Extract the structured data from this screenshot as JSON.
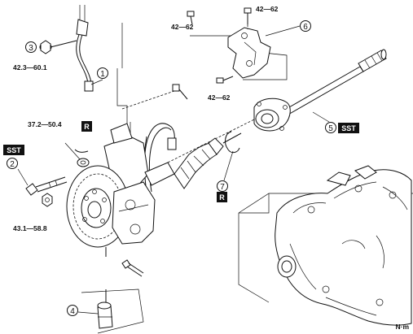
{
  "torque_labels": {
    "t1": "42.3—60.1",
    "t2": "37.2—50.4",
    "t3": "43.1—58.8",
    "t4": "42—62",
    "t5": "42—62",
    "t6": "42—62"
  },
  "callouts": {
    "c1": "1",
    "c2": "2",
    "c3": "3",
    "c4": "4",
    "c5": "5",
    "c6": "6",
    "c7": "7"
  },
  "tags": {
    "sst_left": "SST",
    "sst_right": "SST",
    "r_upper": "R",
    "r_lower": "R"
  },
  "unit": "N·m"
}
